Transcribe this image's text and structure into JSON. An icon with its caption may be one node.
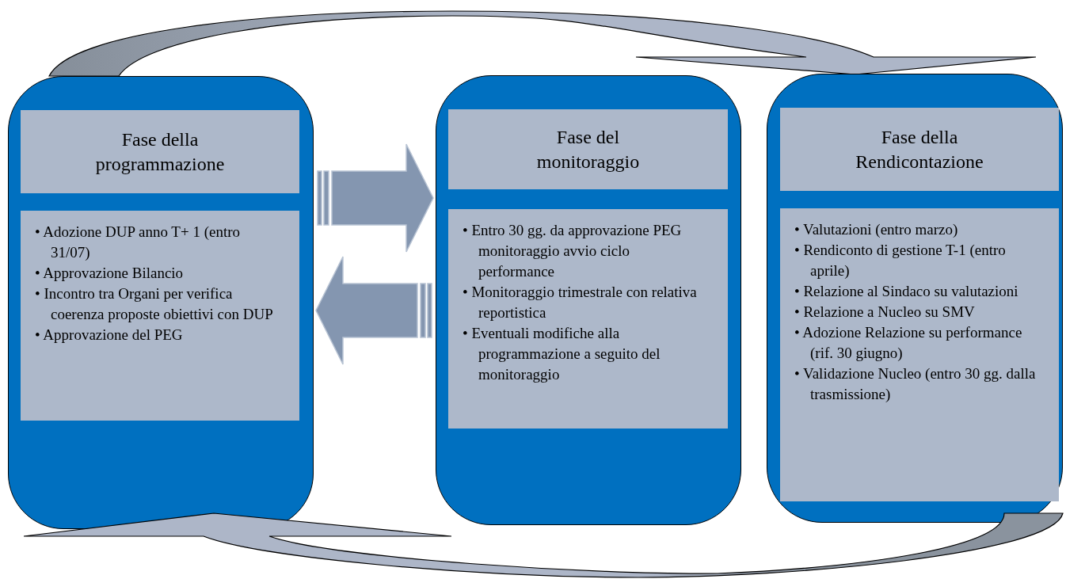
{
  "diagram": {
    "nodes": [
      {
        "text": [],
        "shape": "box"
      },
      {
        "text": [
          "Fase della programmazione"
        ],
        "in": 0
      },
      {
        "text": [
          "• Adozione DUP anno T+ 1 (entro 31/07)",
          "• Approvazione Bilancio",
          "• Incontro tra Organi per verifica coerenza proposte obiettivi con DUP",
          "• Approvazione del PEG"
        ],
        "in": 0
      },
      {
        "text": [],
        "shape": "box"
      },
      {
        "text": [
          "Fase del monitoraggio"
        ],
        "in": 3
      },
      {
        "text": [
          "• Entro 30 gg. da approvazione PEG monitoraggio avvio ciclo performance",
          "• Monitoraggio trimestrale con relativa reportistica",
          "• Eventuali modifiche alla programmazione a seguito del monitoraggio"
        ],
        "in": 3
      },
      {
        "text": [],
        "shape": "box"
      },
      {
        "text": [
          "Fase della Rendicontazione"
        ],
        "in": 6
      },
      {
        "text": [
          "• Valutazioni (entro marzo)",
          "• Rendiconto di gestione T-1 (entro aprile)",
          "• Relazione al Sindaco su valutazioni",
          "• Relazione a Nucleo su SMV",
          "• Adozione Relazione su performance (rif. 30 giugno)",
          "• Validazione Nucleo (entro 30 gg. dalla trasmissione)"
        ],
        "in": 6
      }
    ],
    "edges": [
      {
        "from": 0,
        "to": 3,
        "arrow": "to"
      },
      {
        "from": 3,
        "to": 0,
        "arrow": "to"
      },
      {
        "from": 0,
        "to": 6,
        "arrow": "to"
      },
      {
        "from": 6,
        "to": 0,
        "arrow": "to"
      }
    ]
  }
}
